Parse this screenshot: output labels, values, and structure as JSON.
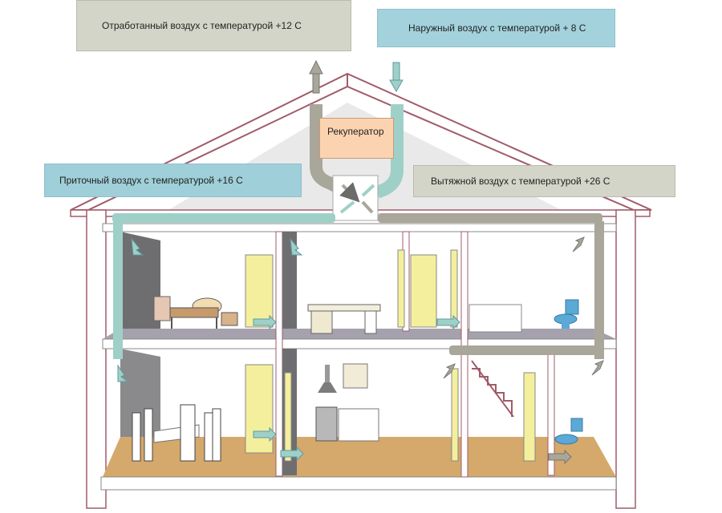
{
  "labels": {
    "exhaust_air": "Отработанный воздух  с температурой +12 С",
    "outdoor_air": "Наружный воздух с температурой + 8 С",
    "supply_air": "Приточный воздух с температурой +16 С",
    "extract_air": "Вытяжной воздух с температурой +26 С",
    "recuperator": "Рекуператор"
  },
  "colors": {
    "supply_duct": "#9fd0c8",
    "extract_duct": "#a9a69a",
    "recuperator": "#fbd3b0",
    "roof_outline": "#a15b6a",
    "floor_wood": "#d5a86b",
    "interior_floor": "#a5a1ad",
    "door": "#f4ef9c"
  },
  "icons": [
    "sofa-icon",
    "bed-icon",
    "kitchen-cabinet-icon",
    "bath-icon",
    "toilet-icon",
    "dining-table-icon",
    "range-hood-icon",
    "stove-icon",
    "staircase-icon",
    "supply-arrow-icon",
    "extract-arrow-icon"
  ]
}
